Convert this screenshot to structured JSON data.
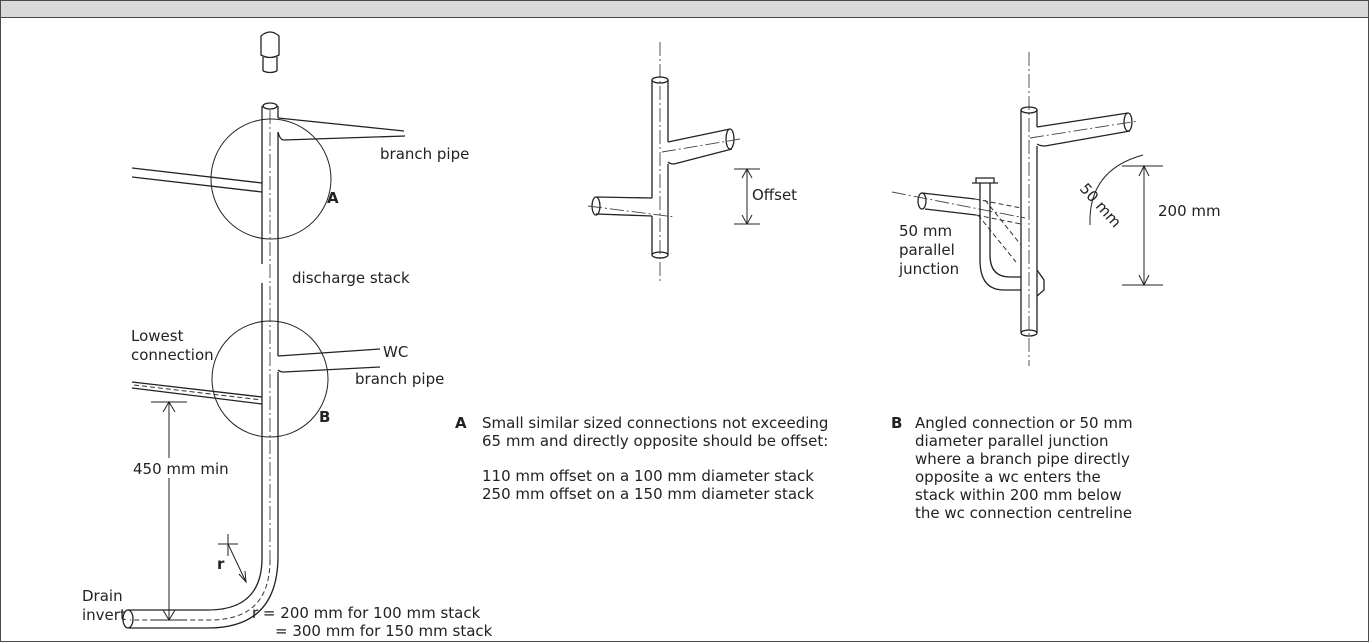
{
  "diagram": {
    "left": {
      "label_branch_pipe": "branch pipe",
      "label_a": "A",
      "label_discharge_stack": "discharge stack",
      "label_lowest_1": "Lowest",
      "label_lowest_2": "connection",
      "label_wc": "WC",
      "label_wc_branch": "branch pipe",
      "label_b": "B",
      "label_450": "450 mm min",
      "label_drain_1": "Drain",
      "label_drain_2": "invert",
      "label_r": "r",
      "radius_line1": "r  =  200 mm for 100 mm stack",
      "radius_line2": "=  300 mm for 150 mm stack"
    },
    "middle": {
      "label_offset": "Offset"
    },
    "right": {
      "label_50mm": "50 mm",
      "label_200mm": "200 mm",
      "label_parallel_1": "50 mm",
      "label_parallel_2": "parallel",
      "label_parallel_3": "junction"
    },
    "note_a": {
      "letter": "A",
      "line1": "Small similar sized connections not exceeding",
      "line2": "65 mm and directly opposite should be offset:",
      "line3": "110 mm offset on a 100 mm diameter stack",
      "line4": "250 mm offset on a 150 mm diameter stack"
    },
    "note_b": {
      "letter": "B",
      "line1": "Angled connection or 50 mm",
      "line2": "diameter parallel junction",
      "line3": "where a branch pipe directly",
      "line4": "opposite a wc  enters the",
      "line5": "stack within 200 mm below",
      "line6": "the wc connection centreline"
    }
  }
}
